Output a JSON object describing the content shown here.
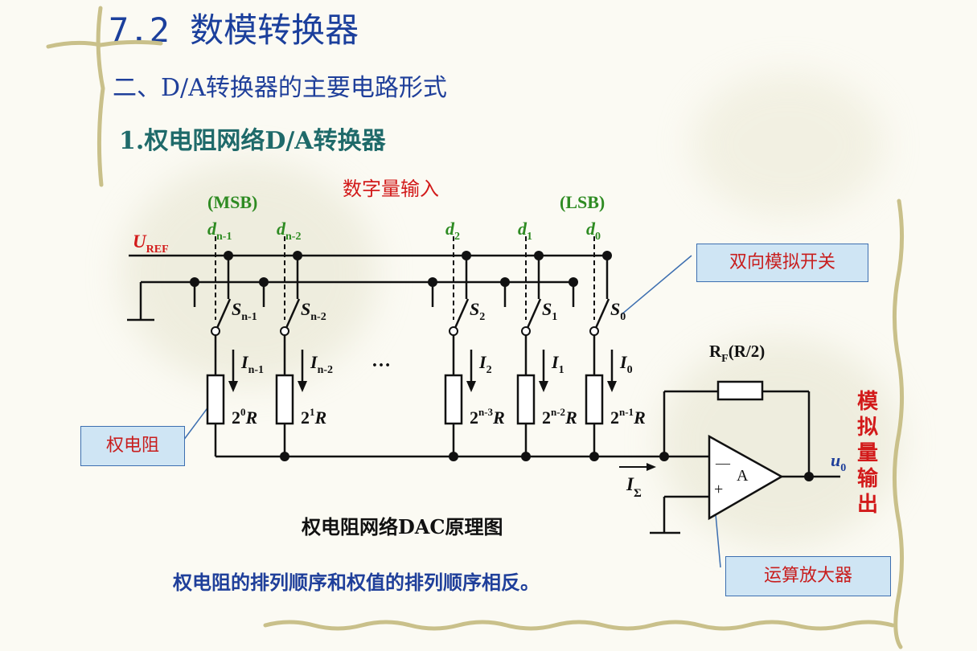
{
  "slide": {
    "title": "7.2 数模转换器",
    "subtitle": "二、D/A转换器的主要电路形式",
    "section": "1.权电阻网络D/A转换器"
  },
  "diagram": {
    "input_heading": "数字量输入",
    "msb": "(MSB)",
    "lsb": "(LSB)",
    "uref": {
      "main": "U",
      "sub": "REF"
    },
    "bits": [
      {
        "name": "d",
        "sub": "n-1"
      },
      {
        "name": "d",
        "sub": "n-2"
      },
      {
        "name": "d",
        "sub": "2"
      },
      {
        "name": "d",
        "sub": "1"
      },
      {
        "name": "d",
        "sub": "0"
      }
    ],
    "switches": [
      {
        "name": "S",
        "sub": "n-1"
      },
      {
        "name": "S",
        "sub": "n-2"
      },
      {
        "name": "S",
        "sub": "2"
      },
      {
        "name": "S",
        "sub": "1"
      },
      {
        "name": "S",
        "sub": "0"
      }
    ],
    "currents": [
      {
        "name": "I",
        "sub": "n-1"
      },
      {
        "name": "I",
        "sub": "n-2"
      },
      {
        "name": "I",
        "sub": "2"
      },
      {
        "name": "I",
        "sub": "1"
      },
      {
        "name": "I",
        "sub": "0"
      }
    ],
    "resistors": [
      {
        "coef": "2",
        "exp": "0",
        "unit": "R"
      },
      {
        "coef": "2",
        "exp": "1",
        "unit": "R"
      },
      {
        "coef": "2",
        "exp": "n-3",
        "unit": "R"
      },
      {
        "coef": "2",
        "exp": "n-2",
        "unit": "R"
      },
      {
        "coef": "2",
        "exp": "n-1",
        "unit": "R"
      }
    ],
    "ellipsis": "…",
    "feedback": {
      "main": "R",
      "sub": "F",
      "rest": "(R/2)"
    },
    "sum_current": {
      "main": "I",
      "sub": "Σ"
    },
    "opamp_label": "A",
    "minus": "—",
    "plus": "+",
    "output": {
      "main": "u",
      "sub": "0"
    },
    "output_label_chars": [
      "模",
      "拟",
      "量",
      "输",
      "出"
    ],
    "callouts": {
      "switch": "双向模拟开关",
      "resistor": "权电阻",
      "opamp": "运算放大器"
    },
    "caption": "权电阻网络DAC原理图",
    "note": "权电阻的排列顺序和权值的排列顺序相反。"
  },
  "colors": {
    "title": "#1b3f9c",
    "accent_red": "#d21a1a",
    "bit_green": "#2e8b22",
    "callout_bg": "#cfe5f4"
  }
}
